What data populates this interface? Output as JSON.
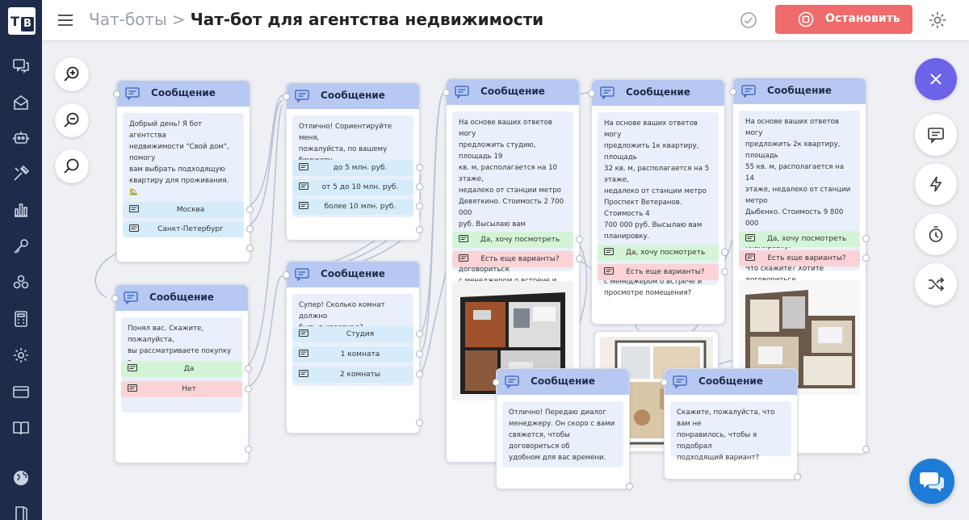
{
  "app": {
    "logo_t": "T",
    "logo_b": "B"
  },
  "header": {
    "breadcrumb_parent": "Чат-боты",
    "breadcrumb_sep": ">",
    "title": "Чат-бот для агентства недвижимости",
    "stop_label": "Остановить"
  },
  "colors": {
    "sidebar": "#1f2b4a",
    "accent": "#6c63e8",
    "stop": "#f06b6b",
    "node_header": "#b7c9f2"
  },
  "sidebar_icons": [
    "chat-icon",
    "inbox-icon",
    "bot-icon",
    "tools-icon",
    "chart-icon",
    "key-icon",
    "modules-icon",
    "calculator-icon",
    "settings-icon",
    "billing-icon",
    "book-icon",
    "globe-icon",
    "door-icon"
  ],
  "nodes": [
    {
      "title": "Сообщение",
      "text": "Добрый день! Я бот агентства\nнедвижимости \"Свой дом\", помогу\nвам выбрать подходящую\nквартиру для проживания. 🏡\n\nВ каком городе ищем\nнедвижимость?",
      "options": [
        "Москва",
        "Санкт-Петербург"
      ]
    },
    {
      "title": "Сообщение",
      "text": "Понял вас. Скажите, пожалуйста,\nвы рассматриваете покупку в\nипотеку?",
      "options": [
        "Да",
        "Нет"
      ]
    },
    {
      "title": "Сообщение",
      "text": "Отлично! Сориентируйте меня,\nпожалуйста, по вашему бюджету\nна покупку.",
      "options": [
        "до 5 млн. руб.",
        "от 5 до 10 млн. руб.",
        "более 10 млн. руб."
      ]
    },
    {
      "title": "Сообщение",
      "text": "Супер! Сколько комнат должно\nбыть в квартире?",
      "options": [
        "Студия",
        "1 комната",
        "2 комнаты"
      ]
    },
    {
      "title": "Сообщение",
      "text": "На основе ваших ответов могу\nпредложить студию, площадь 19\nкв. м, располагается на 10 этаже,\nнедалеко от станции метро\nДевяткино. Стоимость 2 700 000\nруб. Высылаю вам планировку.\n\nЧто скажите? Хотите договориться\nс менеджером о встрече и\nпросмотре помещения?",
      "options": [
        "Да, хочу посмотреть",
        "Есть еще варианты?"
      ]
    },
    {
      "title": "Сообщение",
      "text": "На основе ваших ответов могу\nпредложить 1к квартиру, площадь\n32 кв. м, располагается на 5 этаже,\nнедалеко от станции метро\nПроспект Ветеранов. Стоимость 4\n700 000 руб. Высылаю вам\nпланировку.\n\nЧто скажите? Хотите договориться\nс менеджером о встрече и\nпросмотре помещения?",
      "options": [
        "Да, хочу посмотреть",
        "Есть еще варианты?"
      ]
    },
    {
      "title": "Сообщение",
      "text": "На основе ваших ответов могу\nпредложить 2к квартиру, площадь\n55 кв. м, располагается на 14\nэтаже, недалеко от станции метро\nДыбенко. Стоимость 9 800 000\nруб. Высылаю вам планировку.\n\nЧто скажите? Хотите договориться\nс менеджером о встрече и\nпросмотре квартиры?",
      "options": [
        "Да, хочу посмотреть",
        "Есть еще варианты?"
      ]
    },
    {
      "title": "Сообщение",
      "text": "Отлично! Передаю диалог\nменеджеру. Он скоро с вами\nсвяжется, чтобы договориться об\nудобном для вас времени.",
      "options": []
    },
    {
      "title": "Сообщение",
      "text": "Скажите, пожалуйста, что вам не\nпонравилось, чтобы я подобрал\nподходящий вариант?",
      "options": []
    }
  ]
}
